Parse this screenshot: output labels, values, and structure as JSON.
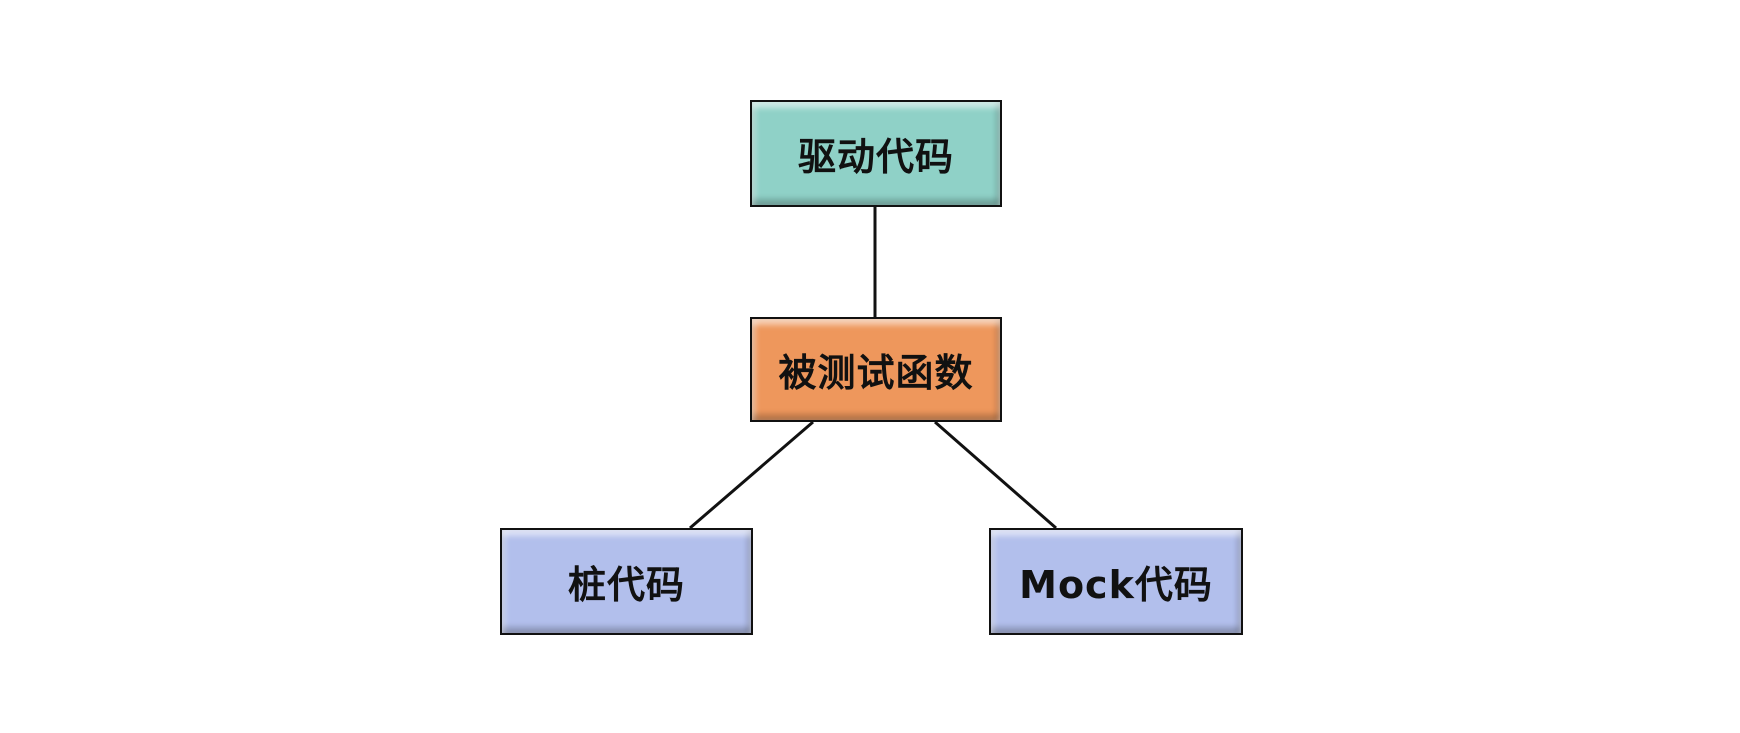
{
  "nodes": {
    "driver": {
      "label": "驱动代码",
      "color": "#8fd1c7"
    },
    "target": {
      "label": "被测试函数",
      "color": "#ee975c"
    },
    "stub": {
      "label": "桩代码",
      "color": "#b2bfec"
    },
    "mock": {
      "label": "Mock代码",
      "color": "#b2bfec"
    }
  },
  "edges": [
    {
      "from": "driver",
      "to": "target"
    },
    {
      "from": "target",
      "to": "stub"
    },
    {
      "from": "target",
      "to": "mock"
    }
  ]
}
